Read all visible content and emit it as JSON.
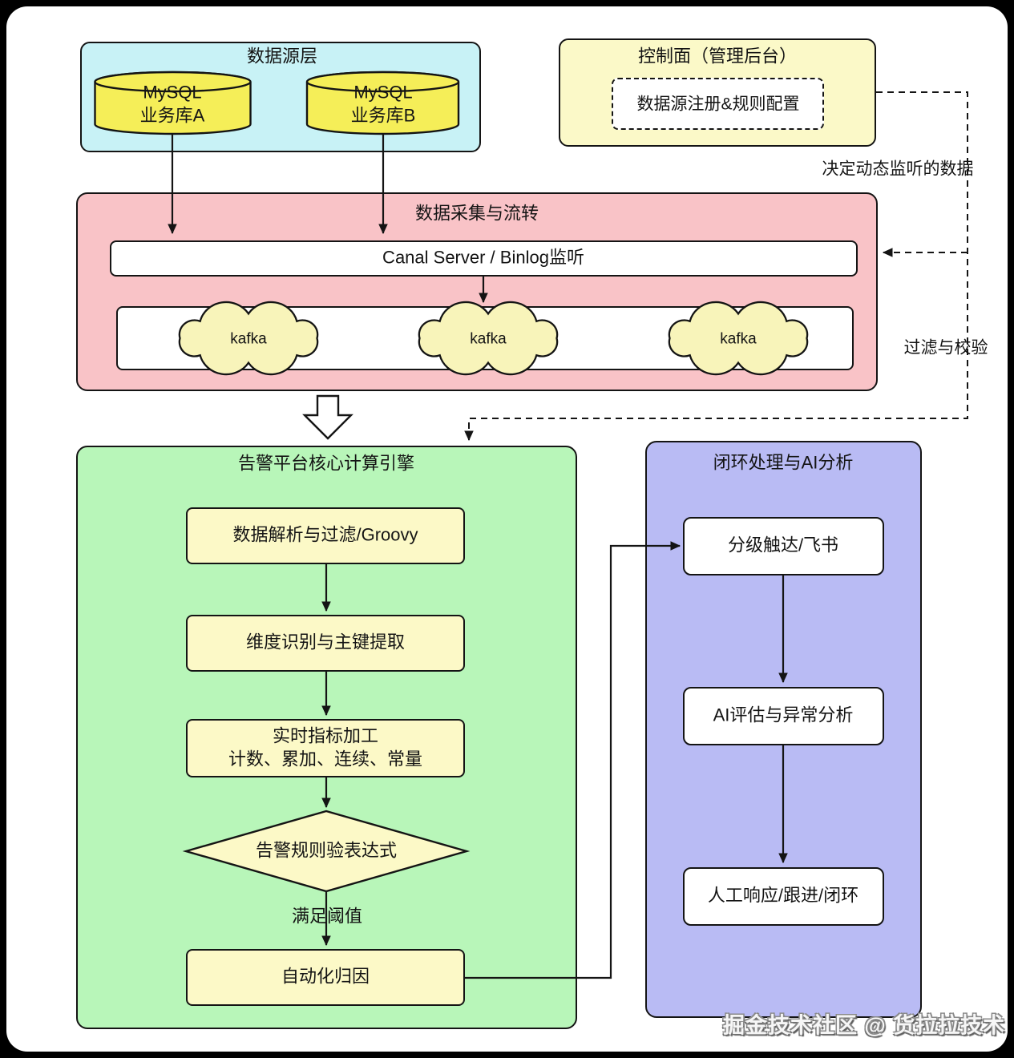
{
  "colors": {
    "frame": "#000000",
    "canvas": "#ffffff",
    "data_source_panel": "#c8f2f6",
    "cylinder": "#f5ee58",
    "control_panel": "#fbf9c8",
    "collection_panel": "#f9c3c7",
    "engine_panel": "#b8f6b9",
    "closed_loop_panel": "#b9bbf4",
    "process_box": "#fcf9c7",
    "cloud": "#f8f4ba",
    "line": "#141414"
  },
  "data_source_layer": {
    "title": "数据源层",
    "databases": [
      {
        "line1": "MySQL",
        "line2": "业务库A"
      },
      {
        "line1": "MySQL",
        "line2": "业务库B"
      }
    ]
  },
  "control_plane": {
    "title": "控制面（管理后台）",
    "config_item": "数据源注册&规则配置"
  },
  "collection": {
    "title": "数据采集与流转",
    "canal": "Canal Server / Binlog监听",
    "clouds": [
      "kafka",
      "kafka",
      "kafka"
    ]
  },
  "annotations": {
    "dynamic_listen": "决定动态监听的数据",
    "filter_validate": "过滤与校验",
    "threshold": "满足阈值"
  },
  "engine": {
    "title": "告警平台核心计算引擎",
    "step_parse": "数据解析与过滤/Groovy",
    "step_dimension": "维度识别与主键提取",
    "step_metric_line1": "实时指标加工",
    "step_metric_line2": "计数、累加、连续、常量",
    "decision": "告警规则验表达式",
    "step_attribution": "自动化归因"
  },
  "closed_loop": {
    "title": "闭环处理与AI分析",
    "step_notify": "分级触达/飞书",
    "step_ai": "AI评估与异常分析",
    "step_manual": "人工响应/跟进/闭环"
  },
  "watermark": "掘金技术社区 @ 货拉拉技术"
}
